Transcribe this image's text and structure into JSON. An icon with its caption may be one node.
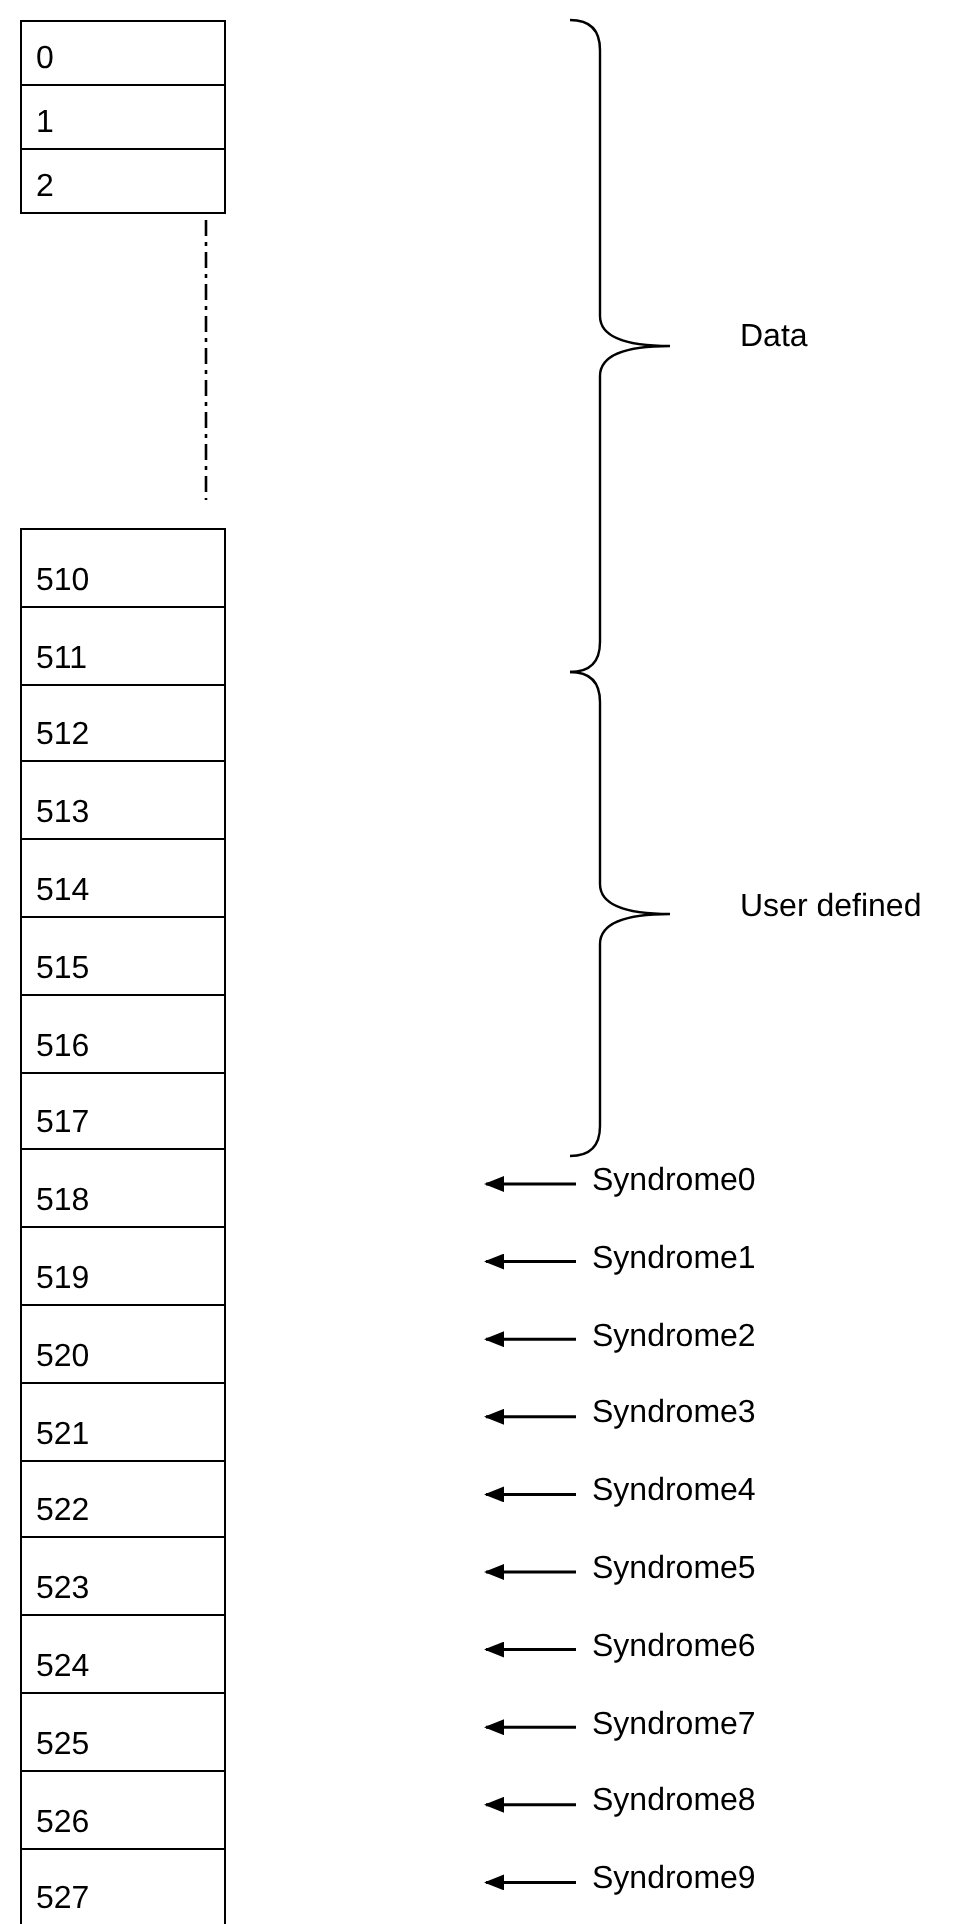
{
  "diagram": {
    "nodes": [
      {
        "text": [
          "0"
        ]
      },
      {
        "text": [
          "1"
        ]
      },
      {
        "text": [
          "2"
        ]
      },
      {
        "text": [
          "510"
        ]
      },
      {
        "text": [
          "511"
        ]
      },
      {
        "text": [
          "512"
        ]
      },
      {
        "text": [
          "513"
        ]
      },
      {
        "text": [
          "514"
        ]
      },
      {
        "text": [
          "515"
        ]
      },
      {
        "text": [
          "516"
        ]
      },
      {
        "text": [
          "517"
        ]
      },
      {
        "text": [
          "518"
        ]
      },
      {
        "text": [
          "519"
        ]
      },
      {
        "text": [
          "520"
        ]
      },
      {
        "text": [
          "521"
        ]
      },
      {
        "text": [
          "522"
        ]
      },
      {
        "text": [
          "523"
        ]
      },
      {
        "text": [
          "524"
        ]
      },
      {
        "text": [
          "525"
        ]
      },
      {
        "text": [
          "526"
        ]
      },
      {
        "text": [
          "527"
        ]
      },
      {
        "text": [
          "Syndrome0"
        ]
      },
      {
        "text": [
          "Syndrome1"
        ]
      },
      {
        "text": [
          "Syndrome2"
        ]
      },
      {
        "text": [
          "Syndrome3"
        ]
      },
      {
        "text": [
          "Syndrome4"
        ]
      },
      {
        "text": [
          "Syndrome5"
        ]
      },
      {
        "text": [
          "Syndrome6"
        ]
      },
      {
        "text": [
          "Syndrome7"
        ]
      },
      {
        "text": [
          "Syndrome8"
        ]
      },
      {
        "text": [
          "Syndrome9"
        ]
      }
    ],
    "edges": [
      {
        "from": 21,
        "to": null,
        "arrow": "to"
      },
      {
        "from": 22,
        "to": null,
        "arrow": "to"
      },
      {
        "from": 23,
        "to": null,
        "arrow": "to"
      },
      {
        "from": 24,
        "to": null,
        "arrow": "to"
      },
      {
        "from": 25,
        "to": null,
        "arrow": "to"
      },
      {
        "from": 26,
        "to": null,
        "arrow": "to"
      },
      {
        "from": 27,
        "to": null,
        "arrow": "to"
      },
      {
        "from": 28,
        "to": null,
        "arrow": "to"
      },
      {
        "from": 29,
        "to": null,
        "arrow": "to"
      },
      {
        "from": 30,
        "to": null,
        "arrow": "to"
      }
    ],
    "labels": [
      "Data",
      "User defined"
    ]
  }
}
